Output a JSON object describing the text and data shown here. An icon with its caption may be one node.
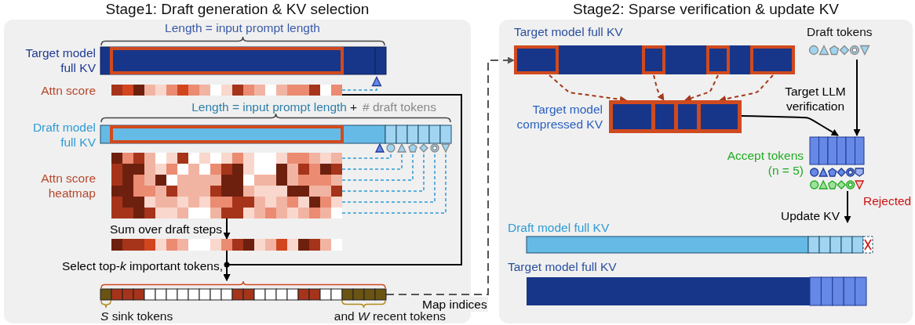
{
  "diagram": {
    "nodes": [
      {
        "text": [
          "Stage1: Draft generation & KV selection"
        ]
      },
      {
        "text": [
          "Target model full KV"
        ],
        "in": 0
      },
      {
        "text": [
          "Attn score"
        ],
        "in": 0
      },
      {
        "text": [
          "Draft model full KV"
        ],
        "in": 0
      },
      {
        "text": [
          "Attn score heatmap"
        ],
        "in": 0
      },
      {
        "text": [],
        "shape": "bar",
        "in": 0
      },
      {
        "text": [],
        "shape": "bar",
        "in": 0,
        "beside": [
          "*S* sink tokens",
          "and *W* recent tokens"
        ]
      },
      {
        "text": [
          "Stage2: Sparse verification & update KV"
        ]
      },
      {
        "text": [
          "Target model full KV"
        ],
        "in": 7
      },
      {
        "text": [
          "Target model compressed KV"
        ],
        "in": 7
      },
      {
        "text": [
          "Draft tokens"
        ],
        "in": 7
      },
      {
        "text": [
          "Accept tokens (n = 5)"
        ],
        "in": 7
      },
      {
        "text": [
          "Draft model full KV"
        ],
        "in": 7
      },
      {
        "text": [
          "Target model full KV"
        ],
        "in": 7
      }
    ],
    "edges": [
      {
        "from": 4,
        "to": 5,
        "arrow": "to",
        "label": "Sum over draft steps",
        "color": "#000000"
      },
      {
        "from": 5,
        "to": 6,
        "arrow": "to",
        "label": "Select top-*k* important tokens,",
        "color": "#000000"
      },
      {
        "from": 2,
        "to": 6,
        "arrow": "to",
        "color": "#000000"
      },
      {
        "from": 6,
        "to": 8,
        "arrow": "to",
        "label": "Map indices",
        "style": "dashed",
        "color": "#555555"
      },
      {
        "from": 8,
        "to": 9,
        "arrow": "to",
        "style": "dashed",
        "color": "#a33a1a"
      },
      {
        "from": 8,
        "to": 9,
        "arrow": "to",
        "style": "dashed",
        "color": "#a33a1a"
      },
      {
        "from": 8,
        "to": 9,
        "arrow": "to",
        "style": "dashed",
        "color": "#a33a1a"
      },
      {
        "from": 8,
        "to": 9,
        "arrow": "to",
        "style": "dashed",
        "color": "#a33a1a"
      },
      {
        "from": 9,
        "to": 11,
        "arrow": "to",
        "color": "#000000"
      },
      {
        "from": 10,
        "to": 11,
        "arrow": "to",
        "label": "Target LLM verification",
        "color": "#000000"
      },
      {
        "from": 11,
        "to": 12,
        "arrow": "to",
        "label": "Update KV",
        "color": "#000000"
      },
      {
        "from": 2,
        "to": 1,
        "arrow": "none",
        "style": "dashed",
        "color": "#2e9bd6"
      },
      {
        "from": 4,
        "to": 3,
        "arrow": "none",
        "style": "dashed",
        "color": "#2e9bd6"
      },
      {
        "from": 4,
        "to": 3,
        "arrow": "none",
        "style": "dashed",
        "color": "#2e9bd6"
      },
      {
        "from": 4,
        "to": 3,
        "arrow": "none",
        "style": "dashed",
        "color": "#2e9bd6"
      },
      {
        "from": 4,
        "to": 3,
        "arrow": "none",
        "style": "dashed",
        "color": "#2e9bd6"
      },
      {
        "from": 4,
        "to": 3,
        "arrow": "none",
        "style": "dashed",
        "color": "#2e9bd6"
      },
      {
        "from": 4,
        "to": 3,
        "arrow": "none",
        "style": "dashed",
        "color": "#2e9bd6"
      }
    ],
    "labels": [
      "Length = input prompt length",
      "Length = input prompt length",
      "+",
      "# draft tokens",
      "Rejected"
    ]
  }
}
